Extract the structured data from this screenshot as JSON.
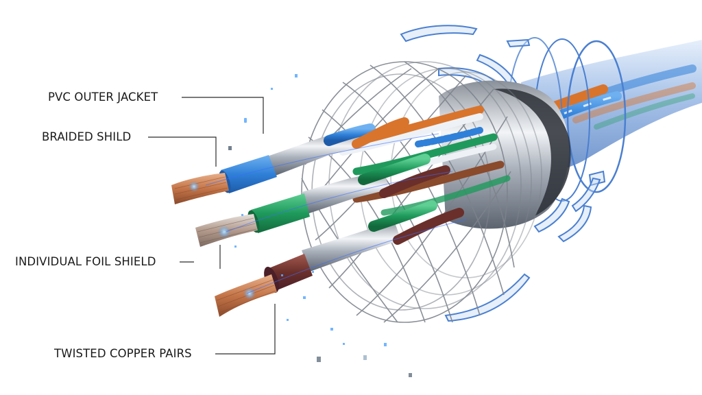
{
  "diagram": {
    "subject": "Exploded shielded twisted-pair cable",
    "labels": [
      {
        "id": "pvc-outer-jacket",
        "text": "PVC OUTER JACKET"
      },
      {
        "id": "braided-shield",
        "text": "BRAIDED SHILD"
      },
      {
        "id": "individual-foil-shield",
        "text": "INDIVIDUAL FOIL SHIELD"
      },
      {
        "id": "twisted-copper-pairs",
        "text": "TWISTED COPPER PAIRS"
      }
    ],
    "colors": {
      "jacket": "#6f9bd6",
      "jacket_edge": "#3f72c4",
      "braid": "#7d838c",
      "foil": "#c9ced6",
      "copper": "#c77a4e",
      "blue_insulation": "#2f80d8",
      "green_insulation": "#1f9a5c",
      "brown_insulation": "#6a2f2a",
      "orange_wire": "#d9742c",
      "leader_line": "#2b2b2b"
    }
  }
}
